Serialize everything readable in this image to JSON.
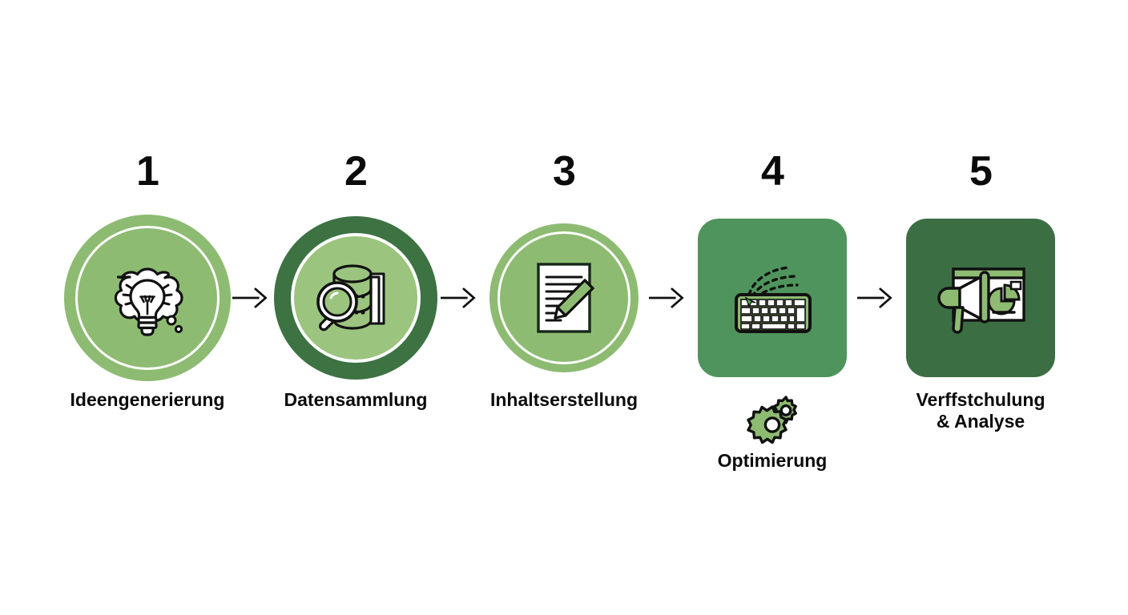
{
  "diagram": {
    "title_visible": false,
    "background_color": "#ffffff",
    "arrow_color": "#111111",
    "number_color": "#0b0b0b",
    "label_color": "#0b0b0b",
    "palette": {
      "light_green": "#8ebb72",
      "light_green_inner": "#9bc47e",
      "dark_green_ring": "#3d7243",
      "mid_green_square": "#4f945c",
      "dark_green_square": "#3c6e44",
      "white": "#ffffff",
      "black": "#111111"
    },
    "steps": [
      {
        "number": "1",
        "label": "Ideengenerierung",
        "shape": "circle-lg",
        "icon_name": "lightbulb-brain-icon",
        "sub_icon_name": "",
        "fill": "#8ebb72"
      },
      {
        "number": "2",
        "label": "Datensammlung",
        "shape": "circle-dark",
        "icon_name": "database-magnifier-icon",
        "sub_icon_name": "",
        "fill": "#3d7243"
      },
      {
        "number": "3",
        "label": "Inhaltserstellung",
        "shape": "circle-sm",
        "icon_name": "document-pencil-icon",
        "sub_icon_name": "",
        "fill": "#8ebb72"
      },
      {
        "number": "4",
        "label": "Optimierung",
        "shape": "square-mid",
        "icon_name": "keyboard-typing-icon",
        "sub_icon_name": "gears-icon",
        "fill": "#4f945c"
      },
      {
        "number": "5",
        "label": "Verffstchulung\n& Analyse",
        "label_line1": "Verffstchulung",
        "label_line2": "& Analyse",
        "shape": "square-dark",
        "icon_name": "megaphone-presentation-icon",
        "sub_icon_name": "",
        "fill": "#3c6e44"
      }
    ],
    "arrows": [
      {
        "name": "arrow-1-to-2",
        "direction": "right"
      },
      {
        "name": "arrow-2-to-3",
        "direction": "right"
      },
      {
        "name": "arrow-3-to-4",
        "direction": "right"
      },
      {
        "name": "arrow-4-to-5",
        "direction": "right"
      }
    ]
  }
}
